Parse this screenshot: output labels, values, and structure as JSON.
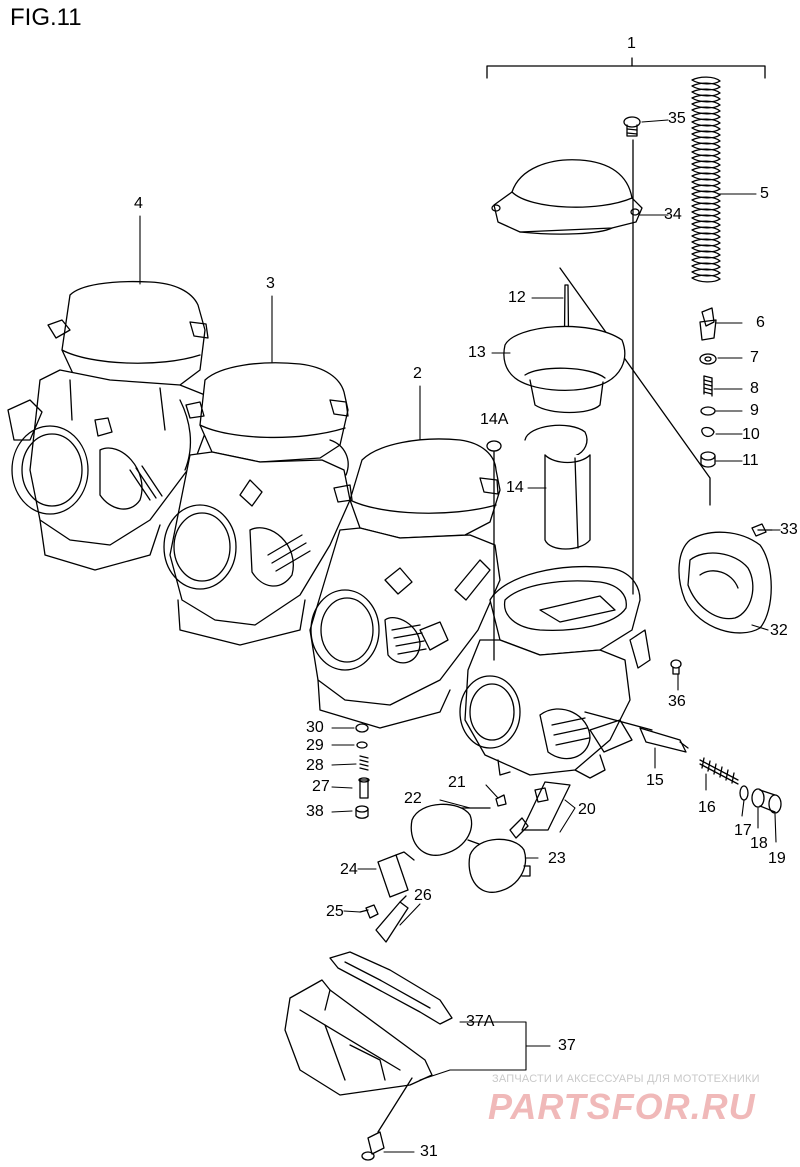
{
  "figure_title": "FIG.11",
  "callouts": [
    {
      "id": "1",
      "text": "1"
    },
    {
      "id": "2",
      "text": "2"
    },
    {
      "id": "3",
      "text": "3"
    },
    {
      "id": "4",
      "text": "4"
    },
    {
      "id": "5",
      "text": "5"
    },
    {
      "id": "6",
      "text": "6"
    },
    {
      "id": "7",
      "text": "7"
    },
    {
      "id": "8",
      "text": "8"
    },
    {
      "id": "9",
      "text": "9"
    },
    {
      "id": "10",
      "text": "10"
    },
    {
      "id": "11",
      "text": "11"
    },
    {
      "id": "12",
      "text": "12"
    },
    {
      "id": "13",
      "text": "13"
    },
    {
      "id": "14A",
      "text": "14A"
    },
    {
      "id": "14",
      "text": "14"
    },
    {
      "id": "15",
      "text": "15"
    },
    {
      "id": "16",
      "text": "16"
    },
    {
      "id": "17",
      "text": "17"
    },
    {
      "id": "18",
      "text": "18"
    },
    {
      "id": "19",
      "text": "19"
    },
    {
      "id": "20",
      "text": "20"
    },
    {
      "id": "21",
      "text": "21"
    },
    {
      "id": "22",
      "text": "22"
    },
    {
      "id": "23",
      "text": "23"
    },
    {
      "id": "24",
      "text": "24"
    },
    {
      "id": "25",
      "text": "25"
    },
    {
      "id": "26",
      "text": "26"
    },
    {
      "id": "27",
      "text": "27"
    },
    {
      "id": "28",
      "text": "28"
    },
    {
      "id": "29",
      "text": "29"
    },
    {
      "id": "30",
      "text": "30"
    },
    {
      "id": "31",
      "text": "31"
    },
    {
      "id": "32",
      "text": "32"
    },
    {
      "id": "33",
      "text": "33"
    },
    {
      "id": "34",
      "text": "34"
    },
    {
      "id": "35",
      "text": "35"
    },
    {
      "id": "36",
      "text": "36"
    },
    {
      "id": "37",
      "text": "37"
    },
    {
      "id": "37A",
      "text": "37A"
    },
    {
      "id": "38",
      "text": "38"
    }
  ],
  "watermark": {
    "tagline": "ЗАПЧАСТИ И АКСЕССУАРЫ ДЛЯ МОТОТЕХНИКИ",
    "brand": "PARTSFOR.RU"
  }
}
